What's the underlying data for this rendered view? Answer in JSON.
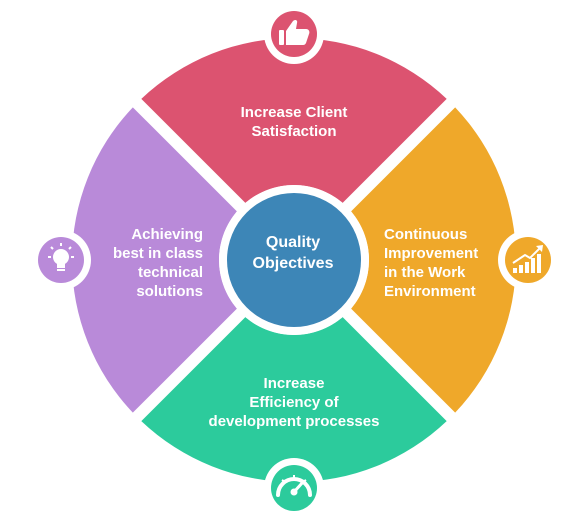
{
  "center": {
    "lines": [
      "Quality",
      "Objectives"
    ]
  },
  "segments": {
    "top": {
      "lines": [
        "Increase Client",
        "Satisfaction"
      ],
      "icon": "thumbs-up-icon"
    },
    "right": {
      "lines": [
        "Continuous",
        "Improvement",
        "in the Work",
        "Environment"
      ],
      "icon": "growth-chart-icon"
    },
    "bottom": {
      "lines": [
        "Increase",
        "Efficiency of",
        "development processes"
      ],
      "icon": "speedometer-icon"
    },
    "left": {
      "lines": [
        "Achieving",
        "best in class",
        "technical",
        "solutions"
      ],
      "icon": "lightbulb-icon"
    }
  },
  "colors": {
    "top": "#dc5370",
    "right": "#efa82a",
    "bottom": "#2ccb9c",
    "left": "#b98ad9",
    "center": "#3d86b7",
    "ring": "#ffffff"
  }
}
